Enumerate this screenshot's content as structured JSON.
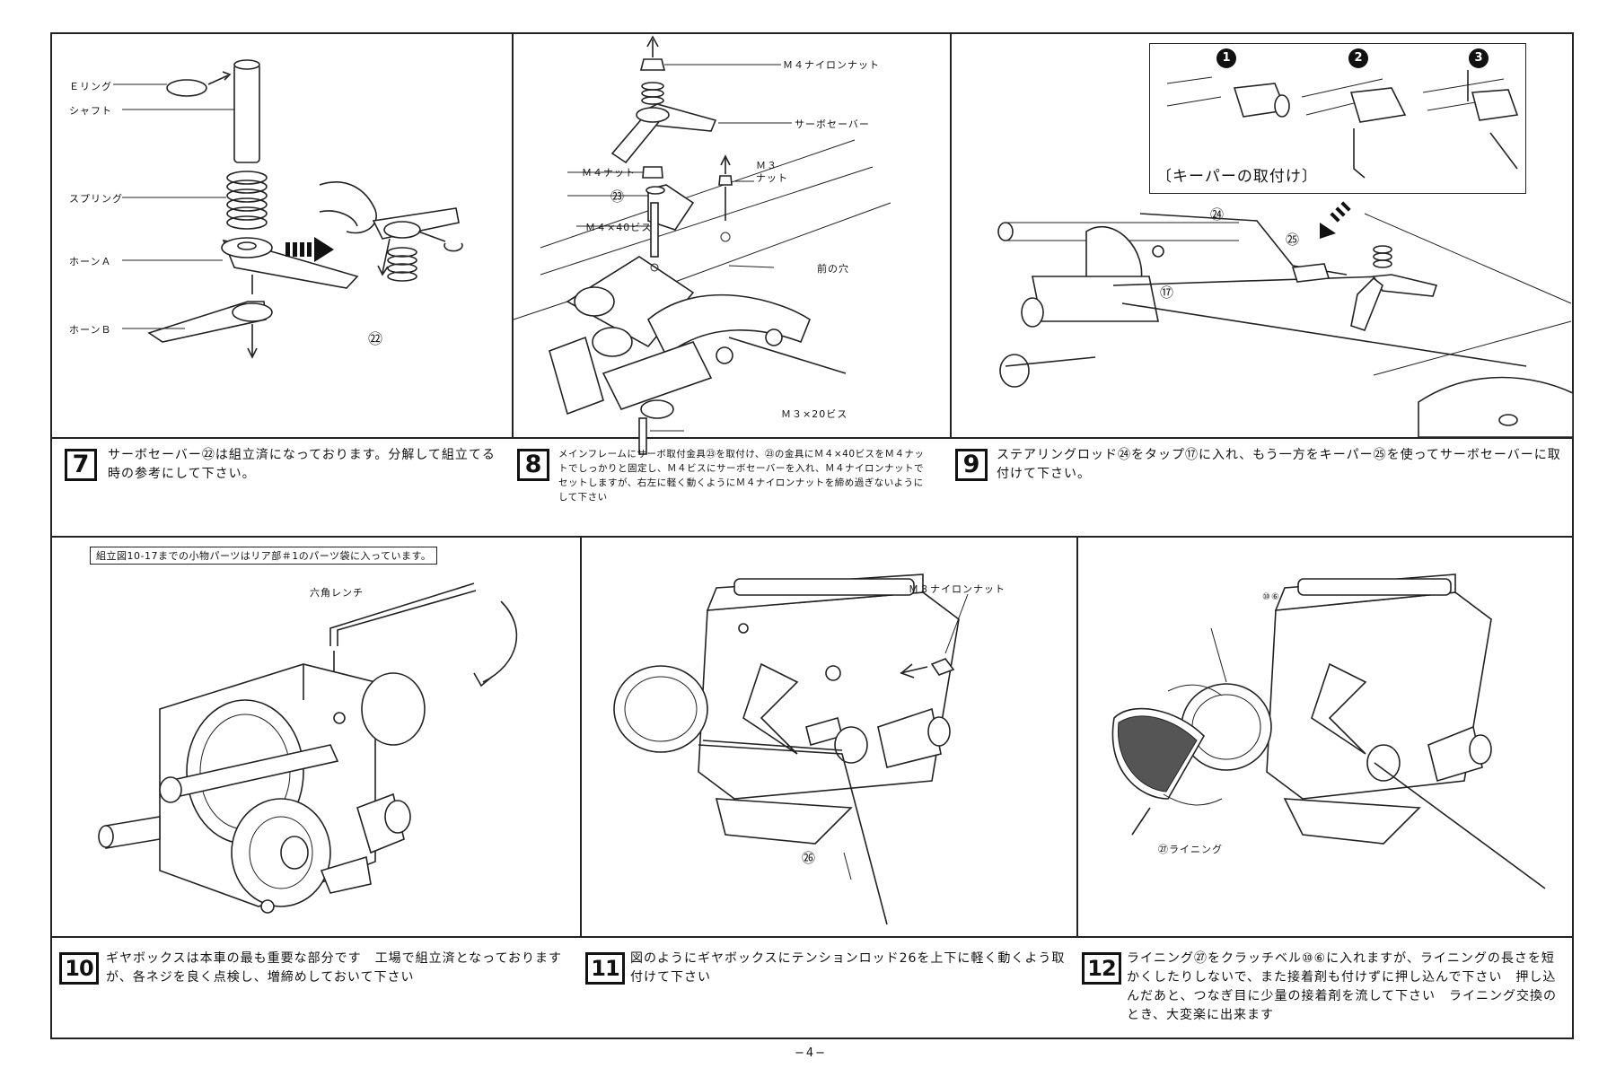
{
  "page_number": "−4−",
  "steps": [
    {
      "number": "7",
      "text": "サーボセーバー㉒は組立済になっております。分解して組立てる時の参考にして下さい。"
    },
    {
      "number": "8",
      "text": "メインフレームにサーボ取付金具㉓を取付け、㉓の金具にＭ４×40ビスをＭ４ナットでしっかりと固定し、Ｍ４ビスにサーボセーバーを入れ、Ｍ４ナイロンナットでセットしますが、右左に軽く動くようにＭ４ナイロンナットを締め過ぎないようにして下さい"
    },
    {
      "number": "9",
      "text": "ステアリングロッド㉔をタップ⑰に入れ、もう一方をキーパー㉕を使ってサーボセーバーに取付けて下さい。"
    },
    {
      "number": "10",
      "text": "ギヤボックスは本車の最も重要な部分です　工場で組立済となっておりますが、各ネジを良く点検し、増締めしておいて下さい"
    },
    {
      "number": "11",
      "text": "図のようにギヤボックスにテンションロッド26を上下に軽く動くよう取付けて下さい"
    },
    {
      "number": "12",
      "text": "ライニング㉗をクラッチベル⑩⑥に入れますが、ライニングの長さを短かくしたりしないで、また接着剤も付けずに押し込んで下さい　押し込んだあと、つなぎ目に少量の接着剤を流して下さい　ライニング交換のとき、大変楽に出来ます"
    }
  ],
  "panel7": {
    "labels": {
      "e_ring": "Ｅリング",
      "shaft": "シャフト",
      "spring": "スプリング",
      "horn_a": "ホーンＡ",
      "horn_b": "ホーンＢ"
    },
    "part_number": "㉒"
  },
  "panel8": {
    "labels": {
      "m4_nylon_nut": "Ｍ４ナイロンナット",
      "servo_saver": "サーボセーバー",
      "m4_nut": "Ｍ４ナット",
      "m3_nut": "Ｍ３\nナット",
      "bracket": "㉓",
      "m4x40": "Ｍ４×40ビス",
      "front_hole": "前の穴",
      "m3x20": "Ｍ３×20ビス"
    }
  },
  "panel9": {
    "keeper_caption": "〔キーパーの取付け〕",
    "keeper_steps": [
      "1",
      "2",
      "3"
    ],
    "labels": {
      "rod": "㉔",
      "keeper": "㉕",
      "tap": "⑰"
    }
  },
  "panel10": {
    "notice": "組立図10‐17までの小物パーツはリア部＃1のパーツ袋に入っています。",
    "labels": {
      "hex_wrench": "六角レンチ"
    }
  },
  "panel11": {
    "labels": {
      "m3_nylon_nut": "Ｍ３ナイロンナット",
      "tension_rod": "㉖"
    }
  },
  "panel12": {
    "labels": {
      "clutch_bell": "⑩⑥",
      "lining": "㉗ライニング"
    }
  }
}
